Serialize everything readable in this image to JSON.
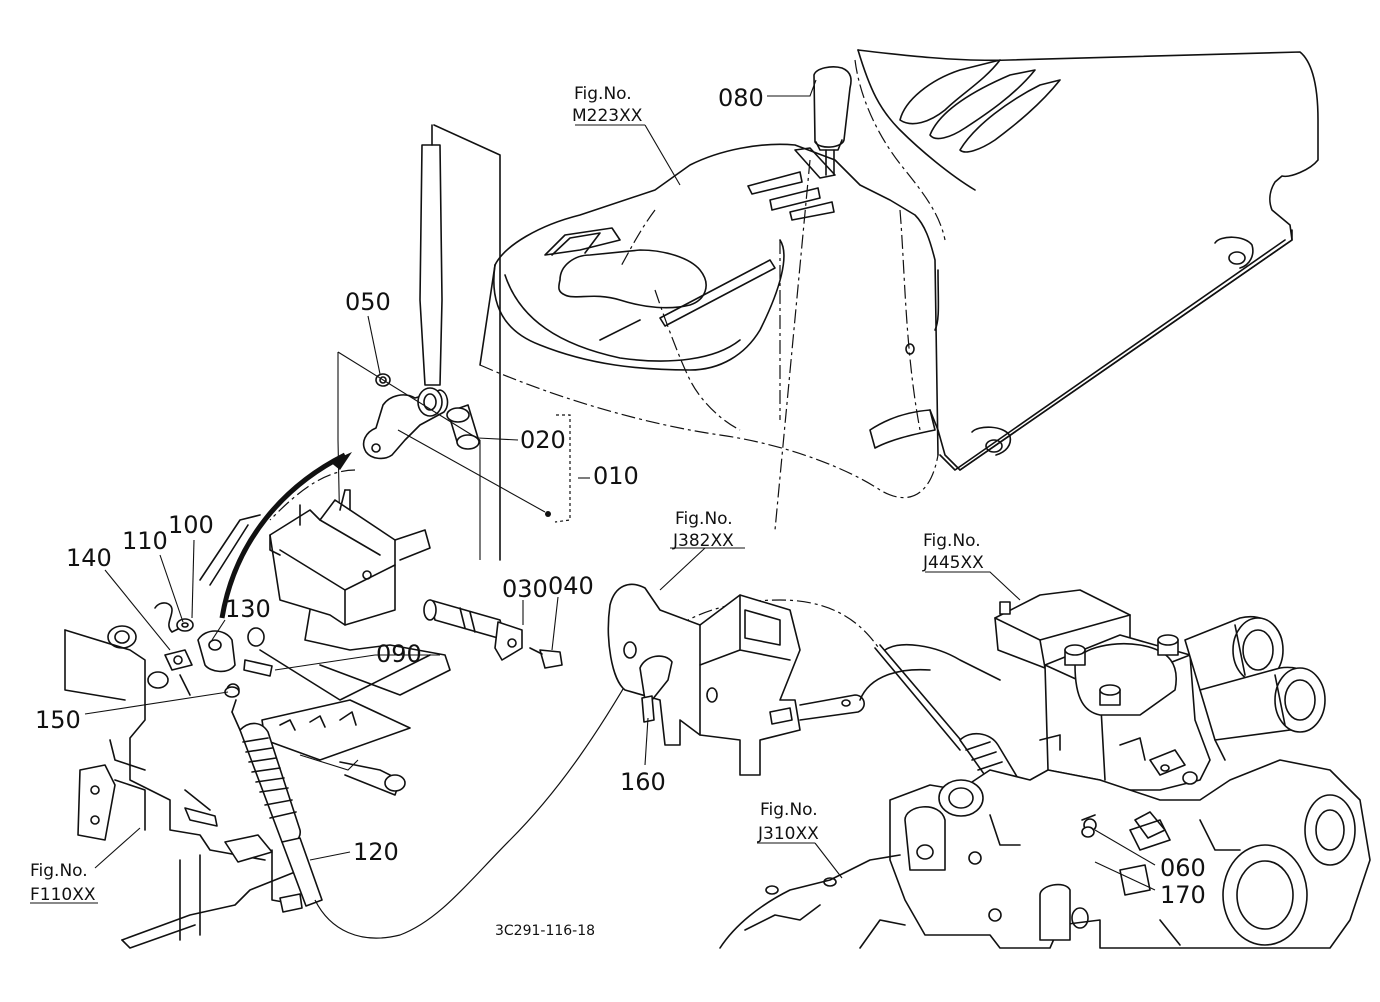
{
  "diagram": {
    "code": "3C291-116-18",
    "part_numbers": {
      "p010": "010",
      "p020": "020",
      "p030": "030",
      "p040": "040",
      "p050": "050",
      "p060": "060",
      "p080": "080",
      "p090": "090",
      "p100": "100",
      "p110": "110",
      "p120": "120",
      "p130": "130",
      "p140": "140",
      "p150": "150",
      "p160": "160",
      "p170": "170"
    },
    "figure_refs": {
      "m223": {
        "prefix": "Fig.No.",
        "code": "M223XX"
      },
      "j382": {
        "prefix": "Fig.No.",
        "code": "J382XX"
      },
      "j445": {
        "prefix": "Fig.No.",
        "code": "J445XX"
      },
      "j310": {
        "prefix": "Fig.No.",
        "code": "J310XX"
      },
      "f110": {
        "prefix": "Fig.No.",
        "code": "F110XX"
      }
    }
  }
}
